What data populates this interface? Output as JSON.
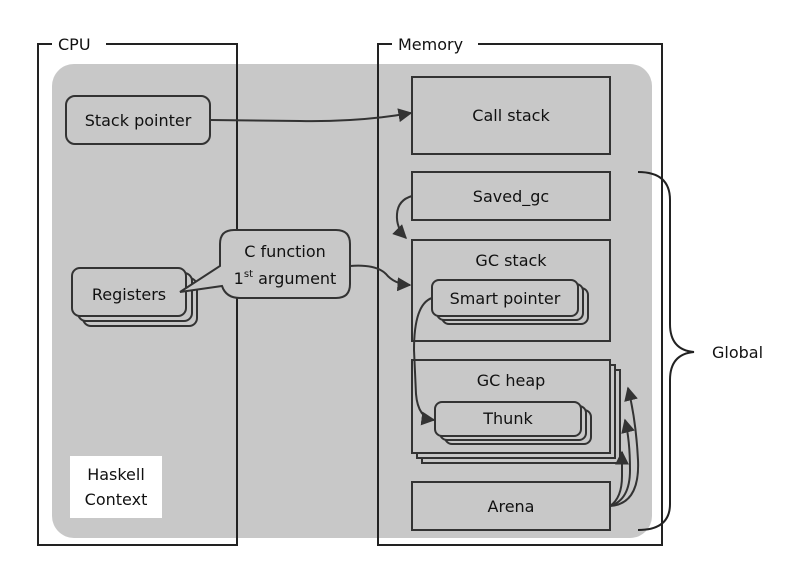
{
  "labels": {
    "cpu": "CPU",
    "memory": "Memory",
    "stack_pointer": "Stack pointer",
    "registers": "Registers",
    "c_function_line1": "C function",
    "c_function_line2_num": "1",
    "c_function_line2_sup": "st",
    "c_function_line2_rest": " argument",
    "call_stack": "Call stack",
    "saved_gc": "Saved_gc",
    "gc_stack": "GC stack",
    "smart_pointer": "Smart pointer",
    "gc_heap": "GC heap",
    "thunk": "Thunk",
    "arena": "Arena",
    "global": "Global",
    "haskell_line1": "Haskell",
    "haskell_line2": "Context"
  },
  "colors": {
    "context_fill": "#c8c8c8",
    "box_fill": "#c8c8c8",
    "stroke": "#333333",
    "background": "#ffffff"
  }
}
